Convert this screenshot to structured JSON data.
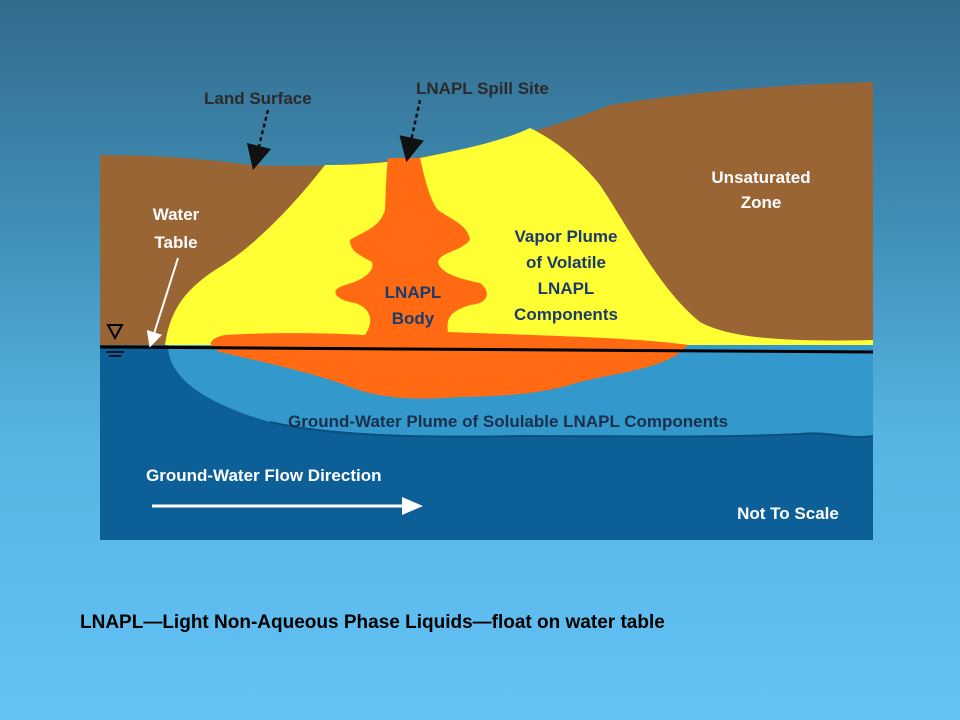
{
  "labels": {
    "land_surface": "Land Surface",
    "spill_site": "LNAPL Spill Site",
    "unsaturated_line1": "Unsaturated",
    "unsaturated_line2": "Zone",
    "water_table_line1": "Water",
    "water_table_line2": "Table",
    "vapor_line1": "Vapor Plume",
    "vapor_line2": "of Volatile",
    "vapor_line3": "LNAPL",
    "vapor_line4": "Components",
    "body_line1": "LNAPL",
    "body_line2": "Body",
    "groundwater_plume": "Ground-Water Plume of Solulable LNAPL Components",
    "flow_direction": "Ground-Water Flow Direction",
    "not_to_scale": "Not To Scale"
  },
  "caption": "LNAPL—Light Non-Aqueous Phase Liquids—float on water table",
  "colors": {
    "soil": "#9a6535",
    "vapor": "#ffff33",
    "lnapl": "#ff6a12",
    "shallow_water": "#3399cc",
    "deep_water": "#0d5f98",
    "water_table_line": "#000000"
  },
  "icons": {
    "water_table_marker": "inverted-triangle-icon",
    "flow_arrow": "right-arrow-icon"
  }
}
